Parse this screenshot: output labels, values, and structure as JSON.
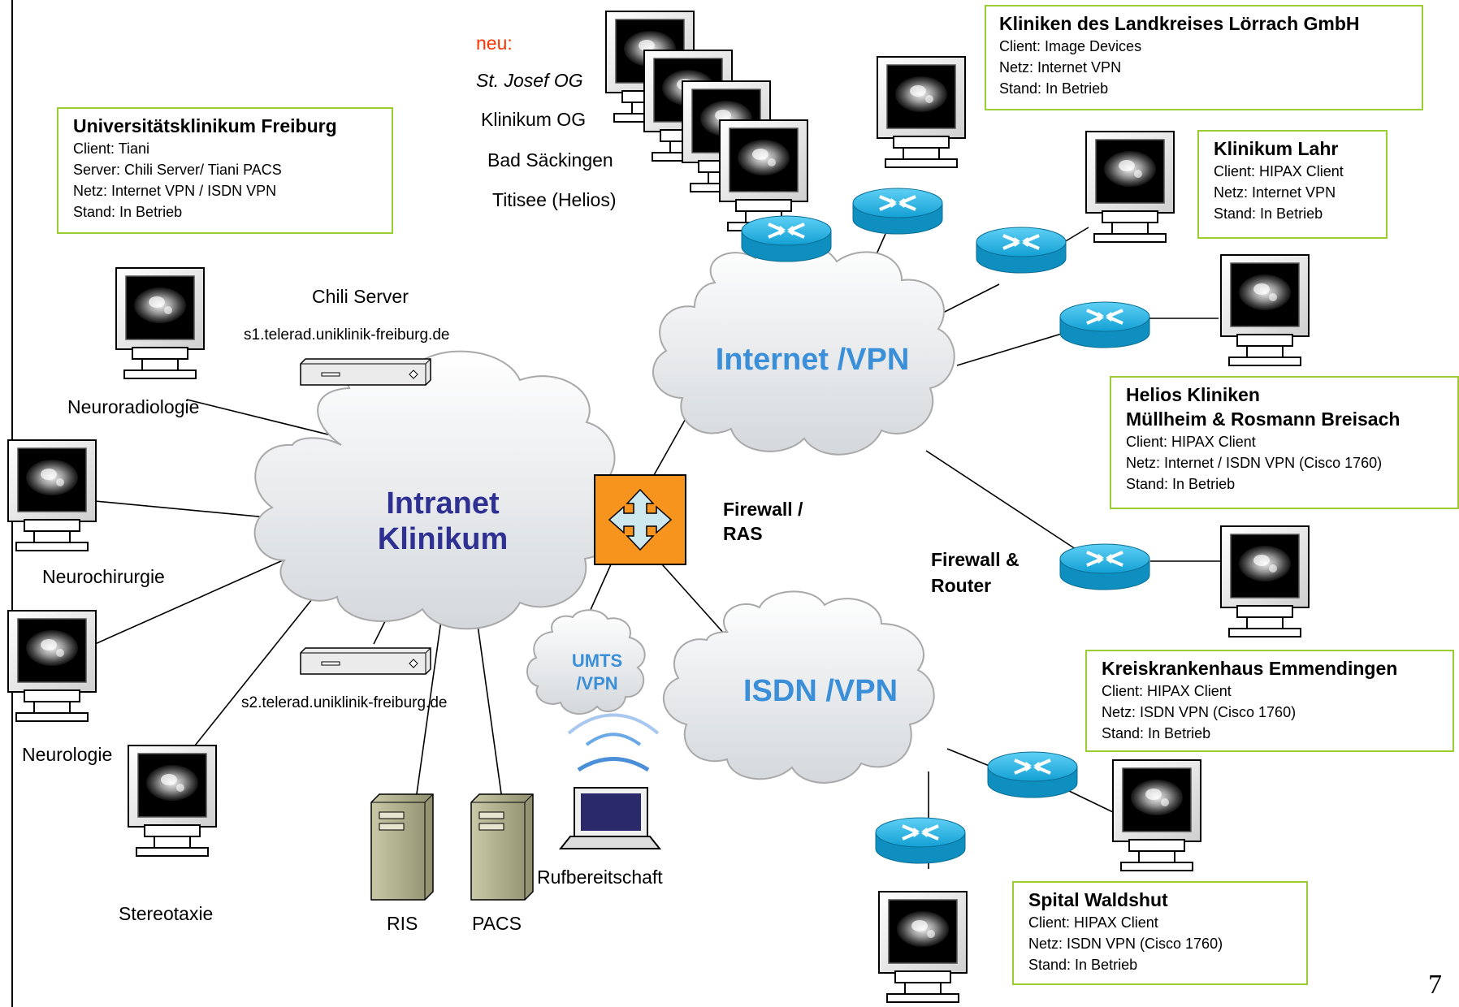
{
  "page_number": "7",
  "new_sites": {
    "heading": "neu:",
    "items": [
      "St. Josef OG",
      "Klinikum OG",
      "Bad Säckingen",
      "Titisee (Helios)"
    ]
  },
  "clouds": {
    "intranet": [
      "Intranet",
      "Klinikum"
    ],
    "internet": "Internet /VPN",
    "isdn": "ISDN /VPN",
    "umts": [
      "UMTS",
      "/VPN"
    ]
  },
  "firewall_ras": [
    "Firewall /",
    "RAS"
  ],
  "firewall_router": [
    "Firewall &",
    "Router"
  ],
  "intranet_nodes": {
    "chili_server": "Chili Server",
    "s1": "s1.telerad.uniklinik-freiburg.de",
    "s2": "s2.telerad.uniklinik-freiburg.de",
    "neuroradiologie": "Neuroradiologie",
    "neurochirurgie": "Neurochirurgie",
    "neurologie": "Neurologie",
    "stereotaxie": "Stereotaxie",
    "ris": "RIS",
    "pacs": "PACS",
    "rufbereitschaft": "Rufbereitschaft"
  },
  "boxes": {
    "freiburg": {
      "title": "Universitätsklinikum Freiburg",
      "lines": [
        "Client: Tiani",
        "Server: Chili Server/ Tiani PACS",
        "Netz: Internet VPN / ISDN VPN",
        "Stand: In Betrieb"
      ]
    },
    "loerrach": {
      "title": "Kliniken des Landkreises Lörrach GmbH",
      "lines": [
        "Client: Image Devices",
        "Netz: Internet VPN",
        "Stand: In Betrieb"
      ]
    },
    "lahr": {
      "title": "Klinikum Lahr",
      "lines": [
        "Client: HIPAX Client",
        "Netz: Internet VPN",
        "Stand: In Betrieb"
      ]
    },
    "helios": {
      "title": "Helios Kliniken",
      "title2": "Müllheim & Rosmann Breisach",
      "lines": [
        "Client: HIPAX Client",
        "Netz: Internet / ISDN VPN (Cisco 1760)",
        "Stand: In Betrieb"
      ]
    },
    "emmendingen": {
      "title": "Kreiskrankenhaus Emmendingen",
      "lines": [
        "Client: HIPAX Client",
        "Netz: ISDN VPN (Cisco 1760)",
        "Stand: In Betrieb"
      ]
    },
    "waldshut": {
      "title": "Spital Waldshut",
      "lines": [
        "Client: HIPAX Client",
        "Netz: ISDN VPN (Cisco 1760)",
        "Stand: In Betrieb"
      ]
    }
  },
  "colors": {
    "box_border": "#9acd32",
    "cloud_text_blue": "#3a8fd8",
    "intranet_text": "#2e3192",
    "firewall_fill": "#f7941d",
    "router_fill": "#1aa3d8",
    "new_label": "#ff3300"
  }
}
